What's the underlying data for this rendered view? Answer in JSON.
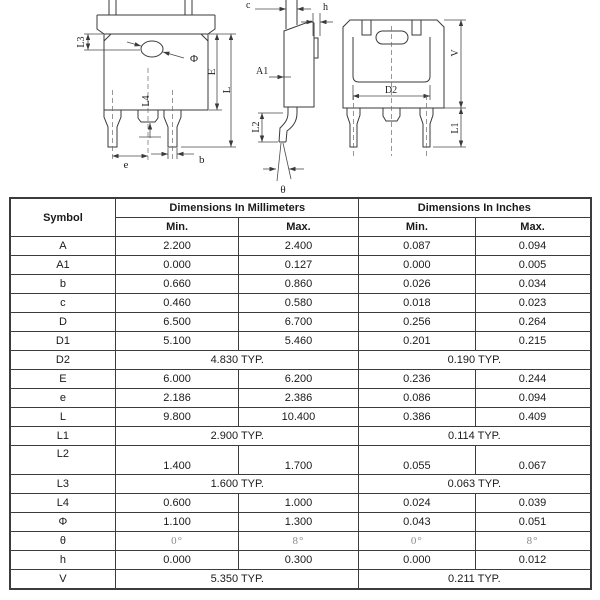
{
  "page": {
    "line_color": "#3a3a3a",
    "degree_text_color": "#8c8c8c",
    "background": "#ffffff"
  },
  "drawing": {
    "front_view": {
      "labels": {
        "l3": "L3",
        "phi": "Φ",
        "E": "E",
        "L": "L",
        "l4": "L4",
        "e": "e",
        "b": "b"
      }
    },
    "side_view": {
      "labels": {
        "c": "c",
        "h": "h",
        "a1": "A1",
        "l2": "L2",
        "theta": "θ"
      }
    },
    "back_view": {
      "labels": {
        "d2": "D2",
        "v": "V",
        "l1": "L1"
      }
    }
  },
  "table": {
    "col_headers": {
      "symbol": "Symbol",
      "mm_group": "Dimensions In Millimeters",
      "inch_group": "Dimensions In Inches",
      "min": "Min.",
      "max": "Max."
    },
    "rows": [
      {
        "symbol": "A",
        "type": "minmax",
        "mm_min": "2.200",
        "mm_max": "2.400",
        "in_min": "0.087",
        "in_max": "0.094"
      },
      {
        "symbol": "A1",
        "type": "minmax",
        "mm_min": "0.000",
        "mm_max": "0.127",
        "in_min": "0.000",
        "in_max": "0.005"
      },
      {
        "symbol": "b",
        "type": "minmax",
        "mm_min": "0.660",
        "mm_max": "0.860",
        "in_min": "0.026",
        "in_max": "0.034"
      },
      {
        "symbol": "c",
        "type": "minmax",
        "mm_min": "0.460",
        "mm_max": "0.580",
        "in_min": "0.018",
        "in_max": "0.023"
      },
      {
        "symbol": "D",
        "type": "minmax",
        "mm_min": "6.500",
        "mm_max": "6.700",
        "in_min": "0.256",
        "in_max": "0.264"
      },
      {
        "symbol": "D1",
        "type": "minmax",
        "mm_min": "5.100",
        "mm_max": "5.460",
        "in_min": "0.201",
        "in_max": "0.215"
      },
      {
        "symbol": "D2",
        "type": "typ",
        "mm_typ": "4.830 TYP.",
        "in_typ": "0.190 TYP."
      },
      {
        "symbol": "E",
        "type": "minmax",
        "mm_min": "6.000",
        "mm_max": "6.200",
        "in_min": "0.236",
        "in_max": "0.244"
      },
      {
        "symbol": "e",
        "type": "minmax",
        "mm_min": "2.186",
        "mm_max": "2.386",
        "in_min": "0.086",
        "in_max": "0.094"
      },
      {
        "symbol": "L",
        "type": "minmax",
        "mm_min": "9.800",
        "mm_max": "10.400",
        "in_min": "0.386",
        "in_max": "0.409"
      },
      {
        "symbol": "L1",
        "type": "typ",
        "mm_typ": "2.900 TYP.",
        "in_typ": "0.114 TYP."
      },
      {
        "symbol": "L2",
        "type": "minmax",
        "tall": true,
        "mm_min": "1.400",
        "mm_max": "1.700",
        "in_min": "0.055",
        "in_max": "0.067"
      },
      {
        "symbol": "L3",
        "type": "typ",
        "mm_typ": "1.600 TYP.",
        "in_typ": "0.063 TYP."
      },
      {
        "symbol": "L4",
        "type": "minmax",
        "mm_min": "0.600",
        "mm_max": "1.000",
        "in_min": "0.024",
        "in_max": "0.039"
      },
      {
        "symbol": "Φ",
        "type": "minmax",
        "mm_min": "1.100",
        "mm_max": "1.300",
        "in_min": "0.043",
        "in_max": "0.051"
      },
      {
        "symbol": "θ",
        "type": "minmax",
        "gray": true,
        "mm_min": "0°",
        "mm_max": "8°",
        "in_min": "0°",
        "in_max": "8°"
      },
      {
        "symbol": "h",
        "type": "minmax",
        "mm_min": "0.000",
        "mm_max": "0.300",
        "in_min": "0.000",
        "in_max": "0.012"
      },
      {
        "symbol": "V",
        "type": "typ",
        "mm_typ": "5.350 TYP.",
        "in_typ": "0.211 TYP."
      }
    ]
  }
}
